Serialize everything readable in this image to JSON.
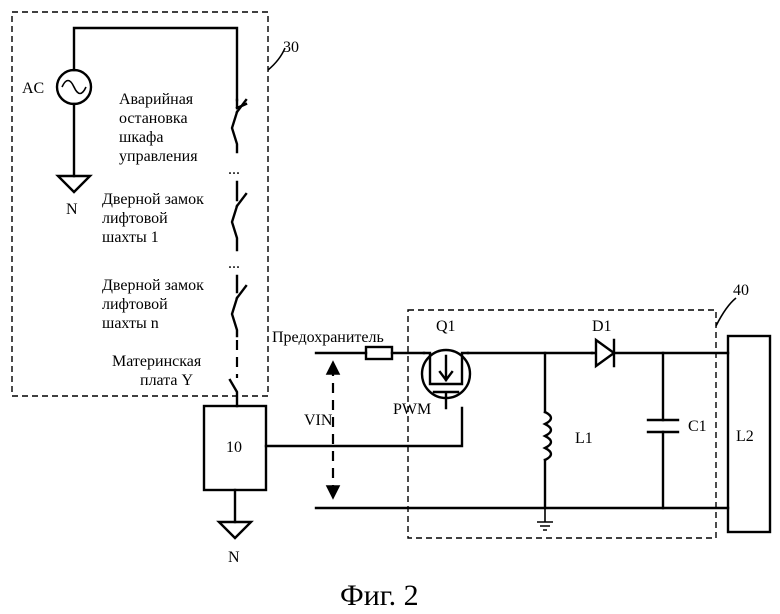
{
  "labels": {
    "ac": "AC",
    "n_top": "N",
    "n_bottom": "N",
    "block30": "30",
    "block40": "40",
    "block10": "10",
    "stop_line1": "Аварийная",
    "stop_line2": "остановка",
    "stop_line3": "шкафа",
    "stop_line4": "управления",
    "door1_line1": "Дверной замок",
    "door1_line2": "лифтовой",
    "door1_line3": "шахты 1",
    "doorn_line1": "Дверной замок",
    "doorn_line2": "лифтовой",
    "doorn_line3": "шахты n",
    "dots1": "...",
    "dots2": "...",
    "mother_line1": "Материнская",
    "mother_line2": "плата Y",
    "fuse": "Предохранитель",
    "q1": "Q1",
    "pwm": "PWM",
    "vin": "VIN",
    "d1": "D1",
    "l1": "L1",
    "c1": "C1",
    "l2": "L2",
    "caption": "Фиг. 2"
  }
}
